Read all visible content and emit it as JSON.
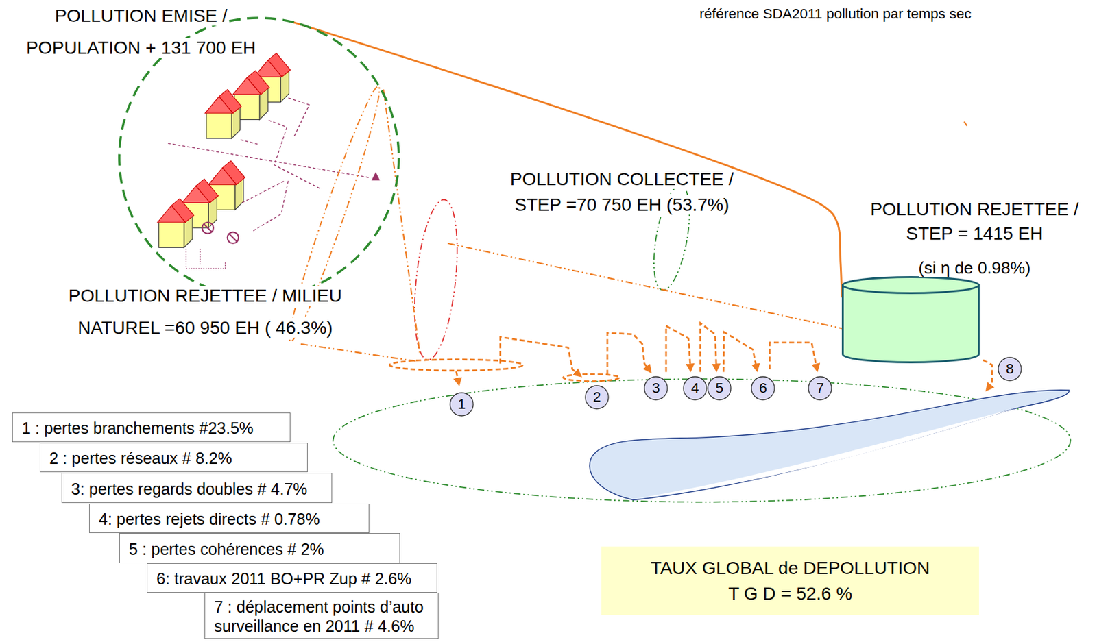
{
  "diagram": {
    "nodes": [
      {
        "text": [
          "POLLUTION EMISE / POPULATION + 131 700 EH"
        ]
      },
      {
        "text": [
          "POLLUTION REJETTEE / STEP = 1415 EH",
          "(si η de 0.98%)"
        ]
      },
      {
        "text": [
          "1"
        ]
      },
      {
        "text": [
          "2"
        ]
      },
      {
        "text": [
          "3"
        ]
      },
      {
        "text": [
          "4"
        ]
      },
      {
        "text": [
          "5"
        ]
      },
      {
        "text": [
          "6"
        ]
      },
      {
        "text": [
          "7"
        ]
      },
      {
        "text": [
          "8"
        ]
      },
      {
        "text": [
          "1 : pertes branchements #23.5%"
        ]
      },
      {
        "text": [
          "2 : pertes réseaux # 8.2%"
        ]
      },
      {
        "text": [
          "3: pertes regards doubles # 4.7%"
        ]
      },
      {
        "text": [
          "4: pertes rejets directs # 0.78%"
        ]
      },
      {
        "text": [
          "5 : pertes cohérences # 2%"
        ]
      },
      {
        "text": [
          "6: travaux 2011 BO+PR Zup # 2.6%"
        ]
      },
      {
        "text": [
          "7 : déplacement points d’auto surveillance en 2011 # 4.6%"
        ]
      },
      {
        "text": [
          "TAUX GLOBAL de DEPOLLUTION T G D = 52.6 %"
        ]
      }
    ],
    "edges": [
      {
        "from": 0,
        "to": 1,
        "arrow": "none"
      }
    ],
    "labels": [
      "référence SDA2011 pollution par temps sec",
      "POLLUTION COLLECTEE / STEP =70 750 EH (53.7%)",
      "POLLUTION REJETTEE / MILIEU NATUREL =60 950 EH ( 46.3%)"
    ]
  }
}
